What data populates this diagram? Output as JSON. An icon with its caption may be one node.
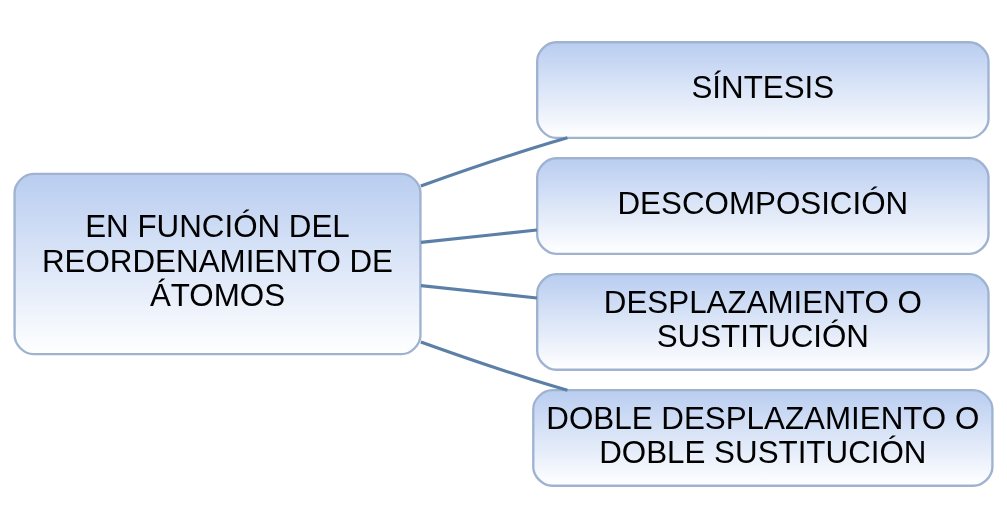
{
  "diagram": {
    "nodes": [
      {
        "text": [
          "EN FUNCIÓN DEL REORDENAMIENTO DE ÁTOMOS"
        ]
      },
      {
        "text": [
          "SÍNTESIS"
        ]
      },
      {
        "text": [
          "DESCOMPOSICIÓN"
        ]
      },
      {
        "text": [
          "DESPLAZAMIENTO O SUSTITUCIÓN"
        ]
      },
      {
        "text": [
          "DOBLE DESPLAZAMIENTO O DOBLE SUSTITUCIÓN"
        ]
      }
    ],
    "edges": [
      {
        "from": 0,
        "to": 1,
        "arrow": "none"
      },
      {
        "from": 0,
        "to": 2,
        "arrow": "none"
      },
      {
        "from": 0,
        "to": 3,
        "arrow": "none"
      },
      {
        "from": 0,
        "to": 4,
        "arrow": "none"
      }
    ]
  }
}
